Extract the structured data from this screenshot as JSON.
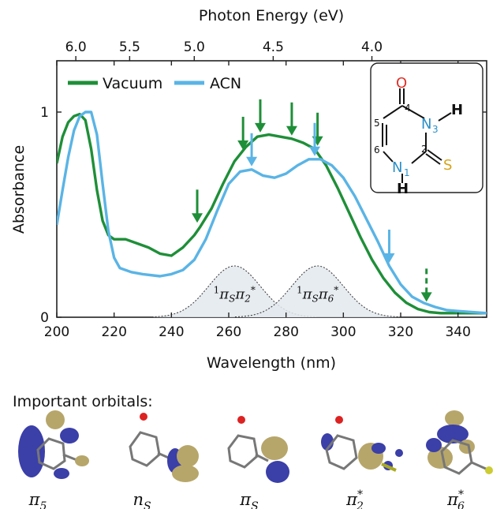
{
  "chart_data": {
    "type": "line",
    "xlabel": "Wavelength (nm)",
    "ylabel": "Absorbance",
    "top_xlabel": "Photon Energy (eV)",
    "xlim": [
      200,
      350
    ],
    "ylim": [
      0,
      1.25
    ],
    "x_ticks": [
      "200",
      "220",
      "240",
      "260",
      "280",
      "300",
      "320",
      "340"
    ],
    "y_ticks": [
      "0",
      "1"
    ],
    "top_ticks": [
      {
        "label": "6.0",
        "ev": 6.0
      },
      {
        "label": "5.5",
        "ev": 5.5
      },
      {
        "label": "5.0",
        "ev": 5.0
      },
      {
        "label": "4.5",
        "ev": 4.5
      },
      {
        "label": "4.0",
        "ev": 4.0
      }
    ],
    "legend_position": "top-left",
    "series": [
      {
        "name": "Vacuum",
        "color": "#1e8f38",
        "x": [
          200,
          202,
          204,
          206,
          208,
          210,
          212,
          214,
          216,
          218,
          220,
          224,
          228,
          232,
          236,
          240,
          244,
          248,
          250,
          254,
          258,
          262,
          266,
          270,
          274,
          278,
          282,
          286,
          290,
          294,
          298,
          302,
          306,
          310,
          314,
          318,
          322,
          326,
          330,
          334,
          340,
          350
        ],
        "y": [
          0.75,
          0.88,
          0.95,
          0.98,
          0.99,
          0.96,
          0.82,
          0.62,
          0.47,
          0.4,
          0.38,
          0.38,
          0.36,
          0.34,
          0.31,
          0.3,
          0.34,
          0.4,
          0.44,
          0.53,
          0.65,
          0.76,
          0.83,
          0.88,
          0.89,
          0.88,
          0.87,
          0.85,
          0.82,
          0.74,
          0.63,
          0.51,
          0.39,
          0.28,
          0.19,
          0.12,
          0.07,
          0.04,
          0.025,
          0.02,
          0.02,
          0.02
        ]
      },
      {
        "name": "ACN",
        "color": "#5ab4e5",
        "x": [
          200,
          202,
          204,
          206,
          208,
          210,
          212,
          214,
          216,
          218,
          220,
          222,
          226,
          230,
          236,
          240,
          244,
          248,
          252,
          256,
          260,
          264,
          268,
          272,
          276,
          280,
          284,
          288,
          292,
          296,
          300,
          304,
          308,
          312,
          316,
          320,
          324,
          328,
          332,
          336,
          340,
          350
        ],
        "y": [
          0.45,
          0.62,
          0.78,
          0.91,
          0.98,
          1.0,
          1.0,
          0.89,
          0.65,
          0.42,
          0.29,
          0.24,
          0.22,
          0.21,
          0.2,
          0.21,
          0.23,
          0.28,
          0.38,
          0.52,
          0.65,
          0.71,
          0.72,
          0.69,
          0.68,
          0.7,
          0.74,
          0.77,
          0.77,
          0.74,
          0.68,
          0.59,
          0.48,
          0.37,
          0.25,
          0.16,
          0.1,
          0.07,
          0.05,
          0.035,
          0.03,
          0.02
        ]
      }
    ],
    "state_bands": [
      {
        "label": "¹π_S π₂*",
        "label_parts": [
          "1",
          "π",
          "S",
          "π",
          "2",
          "*"
        ],
        "center_nm": 262,
        "peak": 0.25,
        "width_nm": 9
      },
      {
        "label": "¹π_S π₆*",
        "label_parts": [
          "1",
          "π",
          "S",
          "π",
          "6",
          "*"
        ],
        "center_nm": 291,
        "peak": 0.25,
        "width_nm": 9
      }
    ],
    "arrows": [
      {
        "series": "Vacuum",
        "x_nm": 249,
        "y_tip": 0.445,
        "style": "solid"
      },
      {
        "series": "Vacuum",
        "x_nm": 265,
        "y_tip": 0.8,
        "style": "solid"
      },
      {
        "series": "Vacuum",
        "x_nm": 271,
        "y_tip": 0.885,
        "style": "solid"
      },
      {
        "series": "Vacuum",
        "x_nm": 282,
        "y_tip": 0.87,
        "style": "solid"
      },
      {
        "series": "Vacuum",
        "x_nm": 291,
        "y_tip": 0.82,
        "style": "solid"
      },
      {
        "series": "Vacuum",
        "x_nm": 329,
        "y_tip": 0.06,
        "style": "dashed"
      },
      {
        "series": "ACN",
        "x_nm": 268,
        "y_tip": 0.72,
        "style": "solid"
      },
      {
        "series": "ACN",
        "x_nm": 290,
        "y_tip": 0.77,
        "style": "solid"
      },
      {
        "series": "ACN",
        "x_nm": 316,
        "y_tip": 0.25,
        "style": "solid"
      }
    ]
  },
  "molecule": {
    "atoms": {
      "oxygen": "O",
      "carbon4": "4",
      "n3": "N",
      "n3_index": "3",
      "h3": "H",
      "c5": "5",
      "c6": "6",
      "c2": "2",
      "sulfur": "S",
      "n1": "N",
      "n1_index": "1",
      "h1": "H"
    },
    "colors": {
      "O": "#e0302a",
      "N": "#2a8fc8",
      "S": "#d6a31a"
    }
  },
  "orbitals": {
    "heading": "Important orbitals:",
    "captions": [
      {
        "main": "π",
        "sub": "5",
        "sup": ""
      },
      {
        "main": "n",
        "sub": "S",
        "sup": ""
      },
      {
        "main": "π",
        "sub": "S",
        "sup": ""
      },
      {
        "main": "π",
        "sub": "2",
        "sup": "*"
      },
      {
        "main": "π",
        "sub": "6",
        "sup": "*"
      }
    ],
    "lobe_colors": {
      "blue": "#3b3fa8",
      "tan": "#b7a66a"
    }
  },
  "colors": {
    "vacuum": "#1e8f38",
    "acn": "#5ab4e5",
    "band_fill": "#e3e9ee"
  }
}
